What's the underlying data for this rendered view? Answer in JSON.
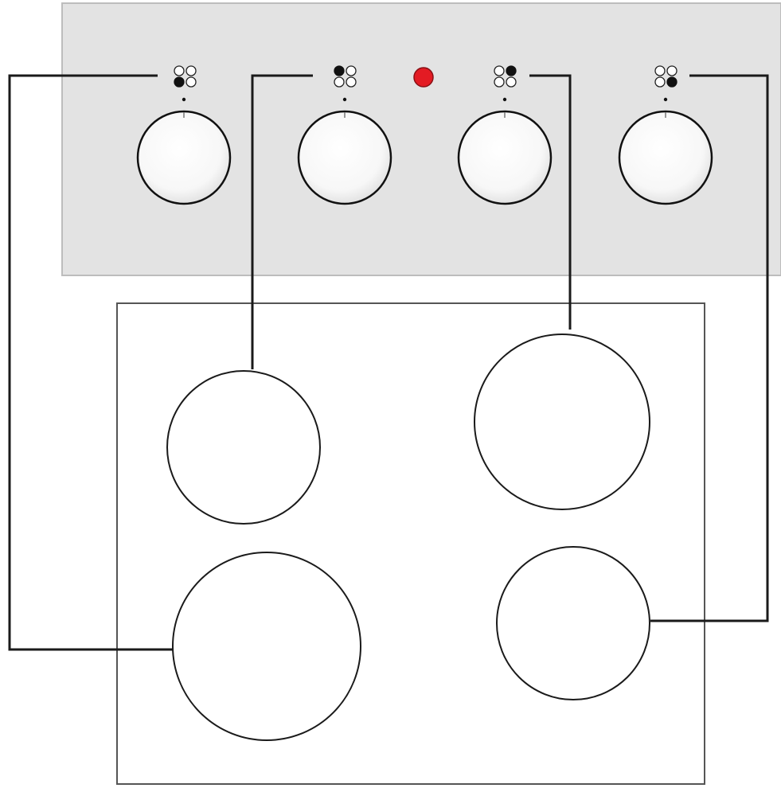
{
  "colors": {
    "panel_fill": "#e3e3e3",
    "panel_stroke": "#bdbdbd",
    "line": "#1a1a1a",
    "indicator_light": "#e31b23",
    "knob_fill": "#ffffff",
    "hob_stroke": "#555555"
  },
  "control_panel": {
    "indicator_light": {
      "state": "on",
      "color": "#e31b23"
    },
    "knobs": [
      {
        "id": "knob-1",
        "zone_symbol": {
          "active_quadrant": "bottom-left"
        },
        "controls": "rear-left-zone"
      },
      {
        "id": "knob-2",
        "zone_symbol": {
          "active_quadrant": "top-left"
        },
        "controls": "front-left-zone"
      },
      {
        "id": "knob-3",
        "zone_symbol": {
          "active_quadrant": "top-right"
        },
        "controls": "rear-right-zone"
      },
      {
        "id": "knob-4",
        "zone_symbol": {
          "active_quadrant": "bottom-right"
        },
        "controls": "front-right-zone"
      }
    ]
  },
  "hob": {
    "zones": [
      {
        "id": "front-left-zone",
        "size": "small"
      },
      {
        "id": "rear-right-zone",
        "size": "large"
      },
      {
        "id": "rear-left-zone",
        "size": "large"
      },
      {
        "id": "front-right-zone",
        "size": "small"
      }
    ]
  }
}
